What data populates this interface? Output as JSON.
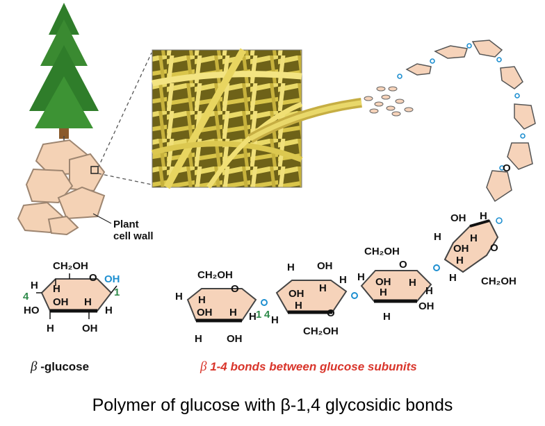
{
  "labels": {
    "plant_cell_wall": "Plant\ncell wall",
    "ch2oh": "CH₂OH",
    "oh": "OH",
    "h": "H",
    "ho": "HO",
    "o": "O",
    "c1": "1",
    "c4": "4"
  },
  "captions": {
    "beta_symbol": "β",
    "beta_glucose": " -glucose",
    "bonds": " 1-4 bonds between glucose subunits",
    "main": "Polymer of glucose with β-1,4 glycosidic bonds"
  },
  "colors": {
    "ring_fill": "#f6d3ba",
    "ring_stroke": "#555555",
    "bond_blue": "#1e8fd0",
    "carbon_green": "#2e8a4a",
    "caption_red": "#d9352b",
    "fiber_yellow": "#e7d25a",
    "tree_green": "#2f7d2a",
    "trunk_brown": "#8a5a2b"
  }
}
